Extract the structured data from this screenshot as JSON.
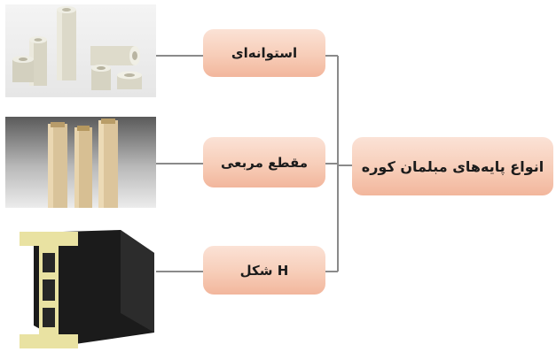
{
  "diagram": {
    "main_title": "انواع پایه‌های مبلمان کوره",
    "categories": [
      {
        "label": "استوانه‌ای"
      },
      {
        "label": "مقطع مربعی"
      },
      {
        "label": "H شکل"
      }
    ]
  },
  "colors": {
    "box_fill_top": "#fbe2d6",
    "box_fill_bottom": "#f2b69c",
    "connector": "#8a8a8a"
  }
}
